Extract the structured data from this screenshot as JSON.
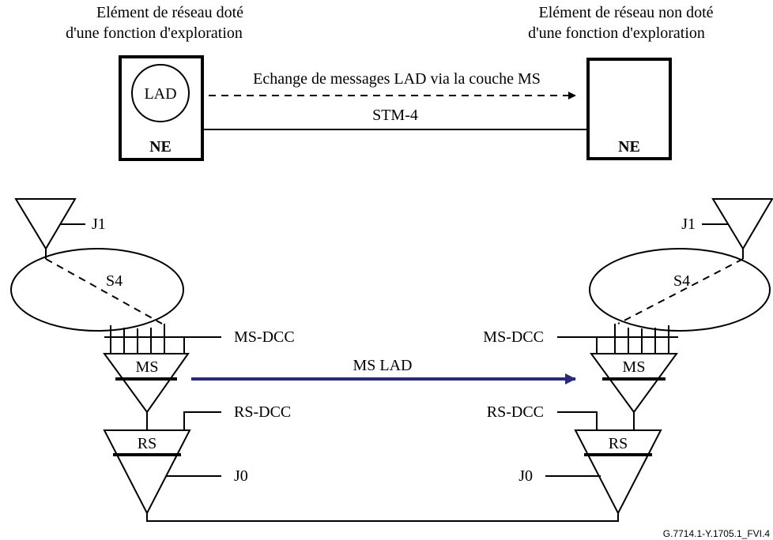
{
  "top": {
    "left_caption_line1": "Elément de réseau doté",
    "left_caption_line2": "d'une fonction d'exploration",
    "right_caption_line1": "Elément de réseau non doté",
    "right_caption_line2": "d'une fonction d'exploration",
    "lad_label": "LAD",
    "left_ne_label": "NE",
    "right_ne_label": "NE",
    "message_label": "Echange de messages LAD via la couche MS",
    "link_label": "STM-4"
  },
  "bottom": {
    "left": {
      "j1_label": "J1",
      "s4_label": "S4",
      "ms_dcc_label": "MS-DCC",
      "ms_label": "MS",
      "rs_dcc_label": "RS-DCC",
      "rs_label": "RS",
      "j0_label": "J0"
    },
    "right": {
      "j1_label": "J1",
      "s4_label": "S4",
      "ms_dcc_label": "MS-DCC",
      "ms_label": "MS",
      "rs_dcc_label": "RS-DCC",
      "rs_label": "RS",
      "j0_label": "J0"
    },
    "ms_lad_label": "MS LAD"
  },
  "figure_id": "G.7714.1-Y.1705.1_FVI.4",
  "colors": {
    "ms_lad_arrow": "#2a2a7a",
    "line": "#000000"
  }
}
